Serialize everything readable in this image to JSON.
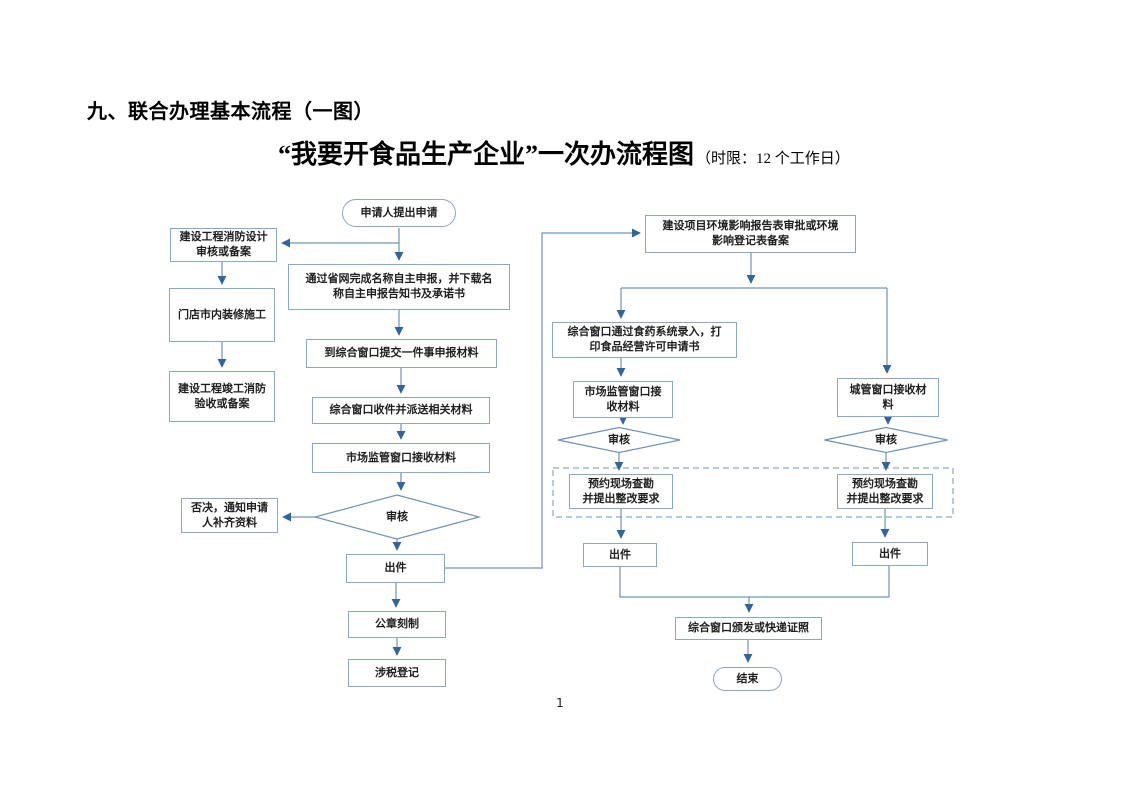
{
  "page": {
    "heading": "九、联合办理基本流程（一图）",
    "title": "“我要开食品生产企业”一次办流程图",
    "title_suffix": "（时限：12 个工作日）",
    "page_number": "1"
  },
  "colors": {
    "box_border": "#8aa7c5",
    "connector": "#7093b5",
    "arrow": "#2f66a0",
    "node_text": "#1f1f1f"
  },
  "flowchart": {
    "nodes": {
      "start": "申请人提出申请",
      "fire_design": "建设工程消防设计\n审核或备案",
      "shop_decoration": "门店市内装修施工",
      "fire_acceptance": "建设工程竣工消防\n验收或备案",
      "reject": "否决，通知申请\n人补齐资料",
      "province_net": "通过省网完成名称自主申报，并下载名\n称自主申报告知书及承诺书",
      "submit": "到综合窗口提交一件事申报材料",
      "receive_dispatch": "综合窗口收件并派送相关材料",
      "market_window": "市场监管窗口接收材料",
      "audit_main": "审核",
      "chujian_main": "出件",
      "seal": "公章刻制",
      "tax": "涉税登记",
      "env": "建设项目环境影响报告表审批或环境\n影响登记表备案",
      "food_sys": "综合窗口通过食药系统录入，打\n印食品经营许可申请书",
      "market_right": "市场监管窗口接\n收材料",
      "cityadmin": "城管窗口接收材\n料",
      "audit_left": "审核",
      "audit_right": "审核",
      "survey_left": "预约现场查勘\n并提出整改要求",
      "survey_right": "预约现场查勘\n并提出整改要求",
      "chujian_left": "出件",
      "chujian_right": "出件",
      "issue": "综合窗口颁发或快递证照",
      "end": "结束"
    }
  }
}
